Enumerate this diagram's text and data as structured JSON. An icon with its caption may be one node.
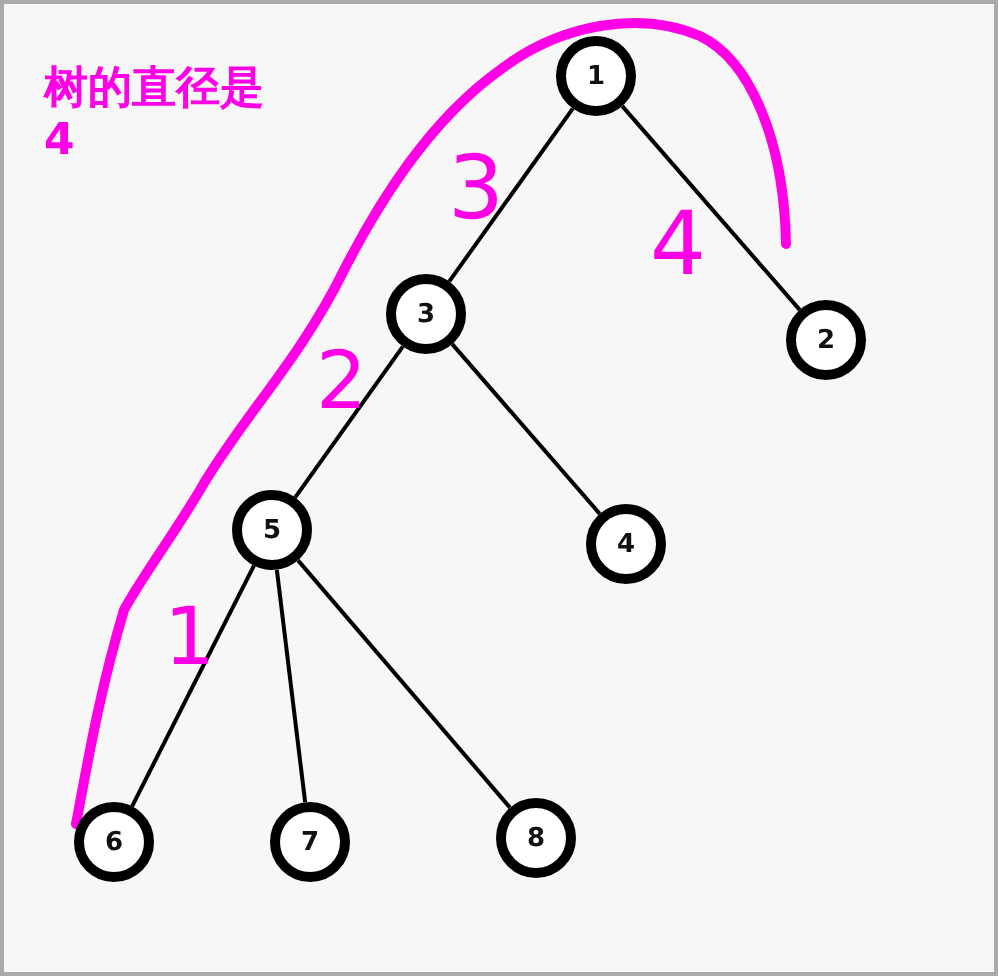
{
  "diagram": {
    "nodes": [
      {
        "text": [
          "1"
        ]
      },
      {
        "text": [
          "2"
        ]
      },
      {
        "text": [
          "3"
        ]
      },
      {
        "text": [
          "4"
        ]
      },
      {
        "text": [
          "5"
        ]
      },
      {
        "text": [
          "6"
        ]
      },
      {
        "text": [
          "7"
        ]
      },
      {
        "text": [
          "8"
        ]
      }
    ],
    "edges": [
      {
        "from": 0,
        "to": 2,
        "arrow": "none"
      },
      {
        "from": 0,
        "to": 1,
        "arrow": "none"
      },
      {
        "from": 2,
        "to": 4,
        "arrow": "none"
      },
      {
        "from": 2,
        "to": 3,
        "arrow": "none"
      },
      {
        "from": 4,
        "to": 5,
        "arrow": "none"
      },
      {
        "from": 4,
        "to": 6,
        "arrow": "none"
      },
      {
        "from": 4,
        "to": 7,
        "arrow": "none"
      }
    ],
    "labels": [
      "树的直径是4",
      "3",
      "4",
      "2",
      "1"
    ]
  }
}
